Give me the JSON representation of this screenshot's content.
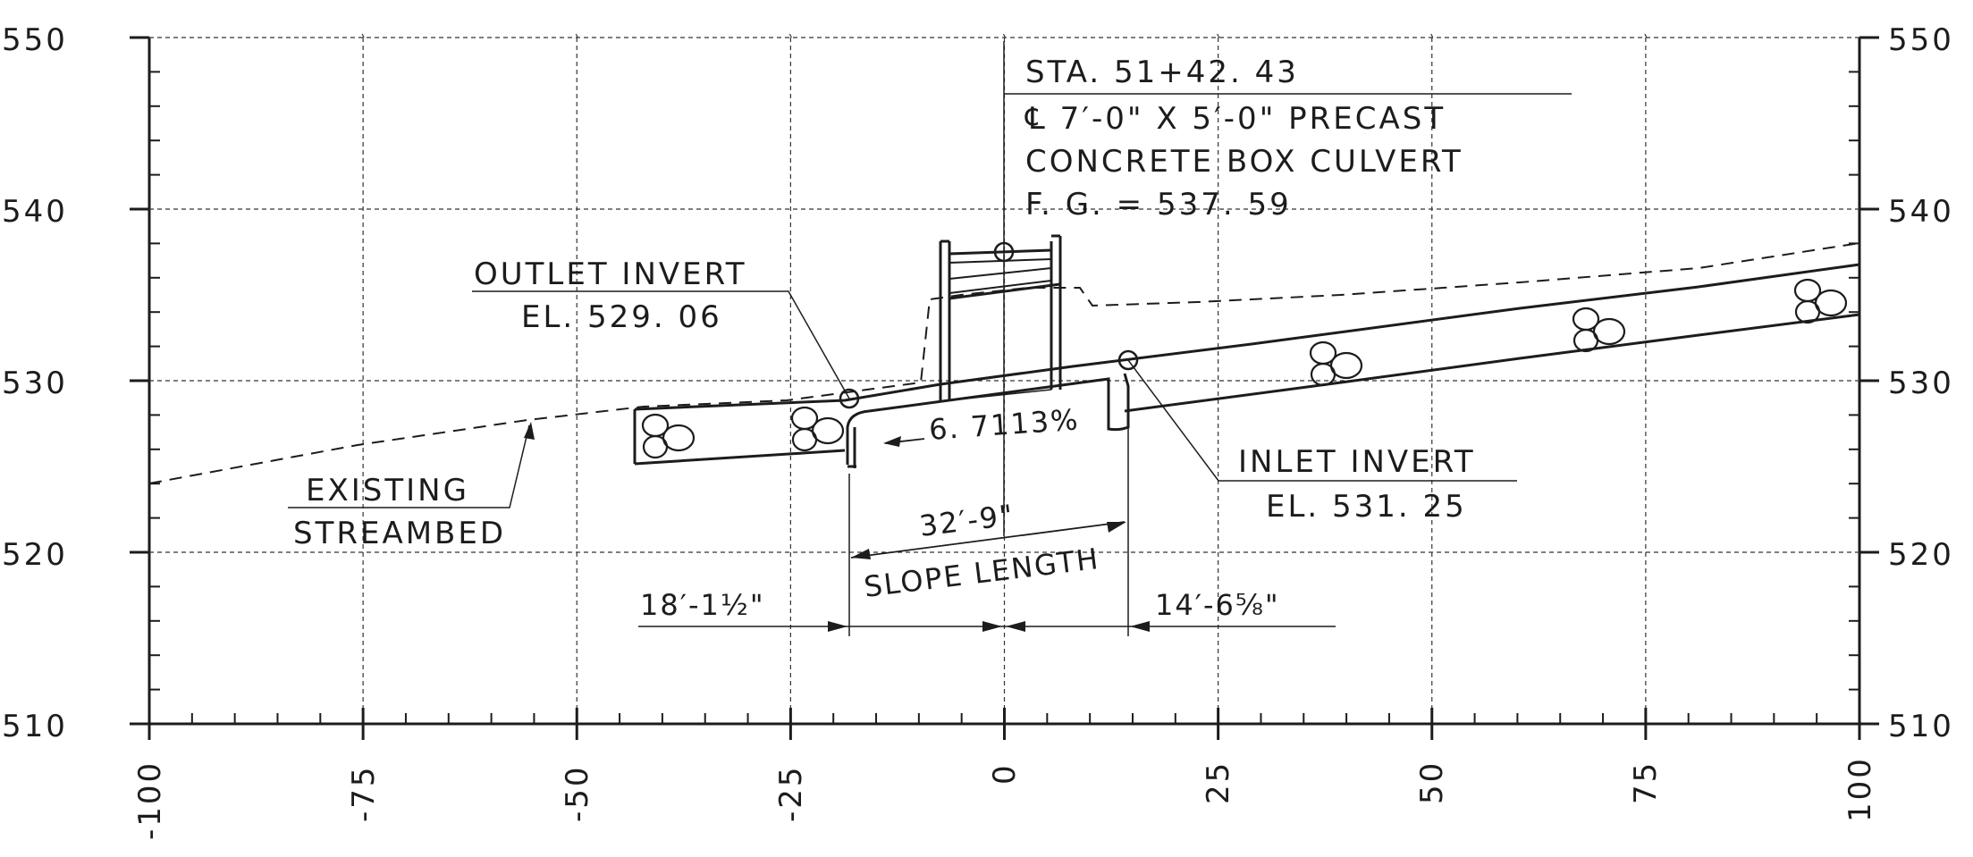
{
  "y_axis": {
    "ticks": [
      {
        "value": 510,
        "label": "510"
      },
      {
        "value": 520,
        "label": "520"
      },
      {
        "value": 530,
        "label": "530"
      },
      {
        "value": 540,
        "label": "540"
      },
      {
        "value": 550,
        "label": "550"
      }
    ]
  },
  "x_axis": {
    "ticks": [
      {
        "value": -100,
        "label": "-100"
      },
      {
        "value": -75,
        "label": "-75"
      },
      {
        "value": -50,
        "label": "-50"
      },
      {
        "value": -25,
        "label": "-25"
      },
      {
        "value": 0,
        "label": "0"
      },
      {
        "value": 25,
        "label": "25"
      },
      {
        "value": 50,
        "label": "50"
      },
      {
        "value": 75,
        "label": "75"
      },
      {
        "value": 100,
        "label": "100"
      }
    ]
  },
  "station_note": {
    "line1": "STA. 51+42. 43",
    "line2": "℄ 7′-0\" X 5′-0\" PRECAST",
    "line3": "CONCRETE BOX CULVERT",
    "line4": "F. G. = 537. 59"
  },
  "outlet_invert": {
    "line1": "OUTLET INVERT",
    "line2": "EL. 529. 06"
  },
  "inlet_invert": {
    "line1": "INLET INVERT",
    "line2": "EL. 531. 25"
  },
  "slope_label": "6. 7113%",
  "slope_length": {
    "value": "32′-9\"",
    "label": "SLOPE LENGTH"
  },
  "dim_left": "18′-1½\"",
  "dim_right": "14′-6⅝\"",
  "existing_streambed": {
    "line1": "EXISTING",
    "line2": "STREAMBED"
  }
}
